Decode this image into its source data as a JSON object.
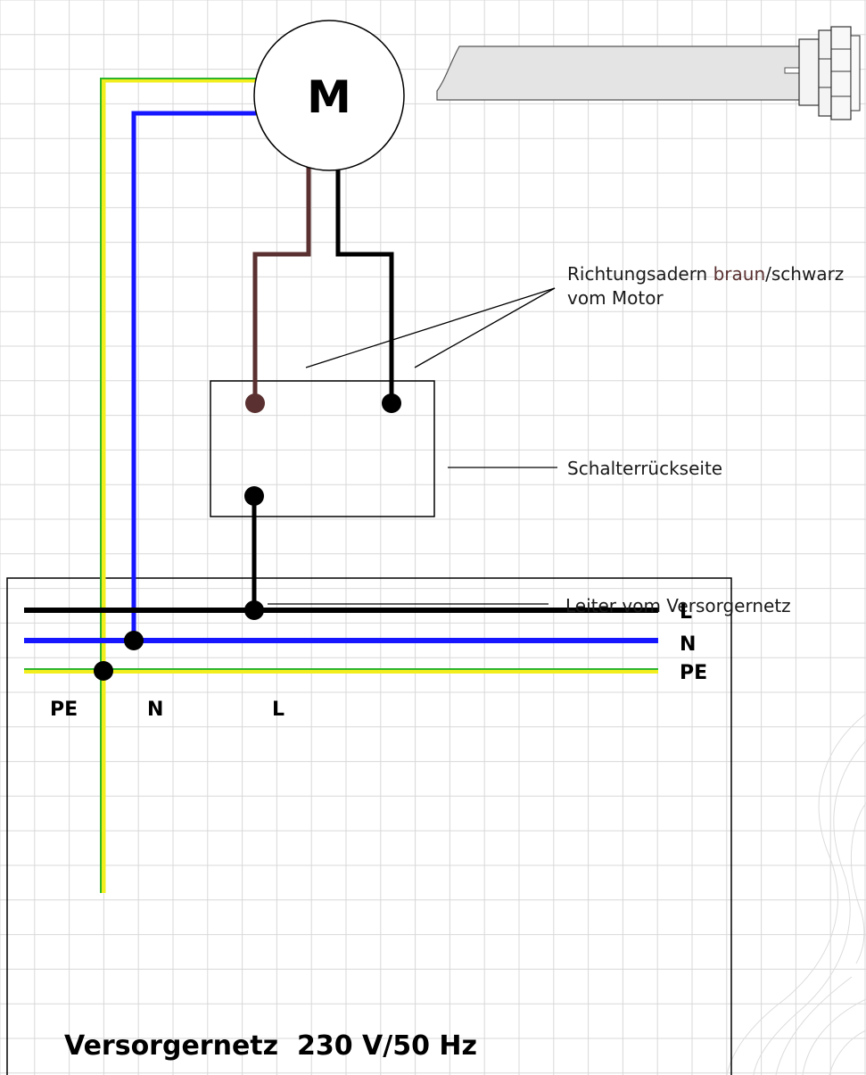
{
  "motor": {
    "label": "M"
  },
  "annotations": {
    "direction_wires": {
      "prefix": "Richtungsadern ",
      "brown": "braun",
      "suffix": "/schwarz",
      "line2": "vom Motor"
    },
    "switch_back": "Schalterrückseite",
    "supply_conductor": "Leiter vom Versorgernetz"
  },
  "wire_labels": {
    "pe": "PE",
    "n": "N",
    "l": "L"
  },
  "bus_labels": {
    "l": "L",
    "n": "N",
    "pe": "PE"
  },
  "supply": {
    "label": "Versorgernetz  230 V/50 Hz"
  },
  "colors": {
    "brown_wire": "#5a3030",
    "black_wire": "#000000",
    "blue_wire": "#1616ff",
    "pe_green": "#2cb52c",
    "pe_yellow": "#f2ee1e",
    "grid": "#d8d8d8",
    "tube": "#e4e4e4"
  }
}
